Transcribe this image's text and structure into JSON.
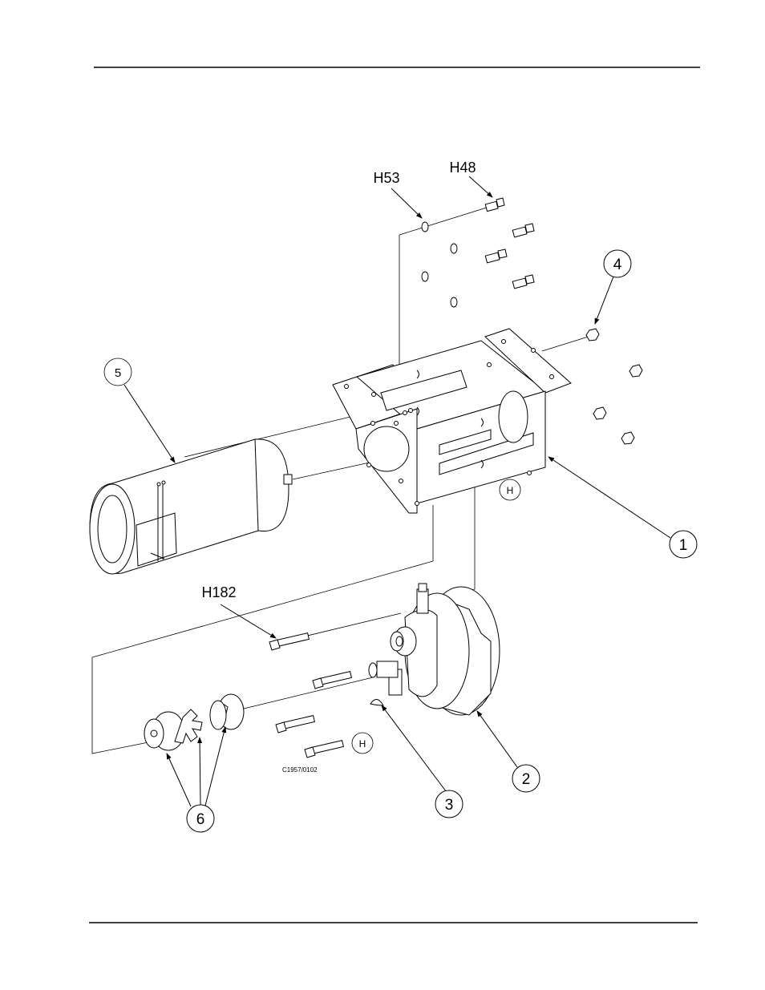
{
  "labels": {
    "h53": "H53",
    "h48": "H48",
    "h182": "H182",
    "hardware_a": "H",
    "hardware_b": "H",
    "part_1": "1",
    "part_2": "2",
    "part_3": "3",
    "part_4": "4",
    "part_5": "5",
    "part_6": "6"
  },
  "figure_code": "C1957/0102"
}
